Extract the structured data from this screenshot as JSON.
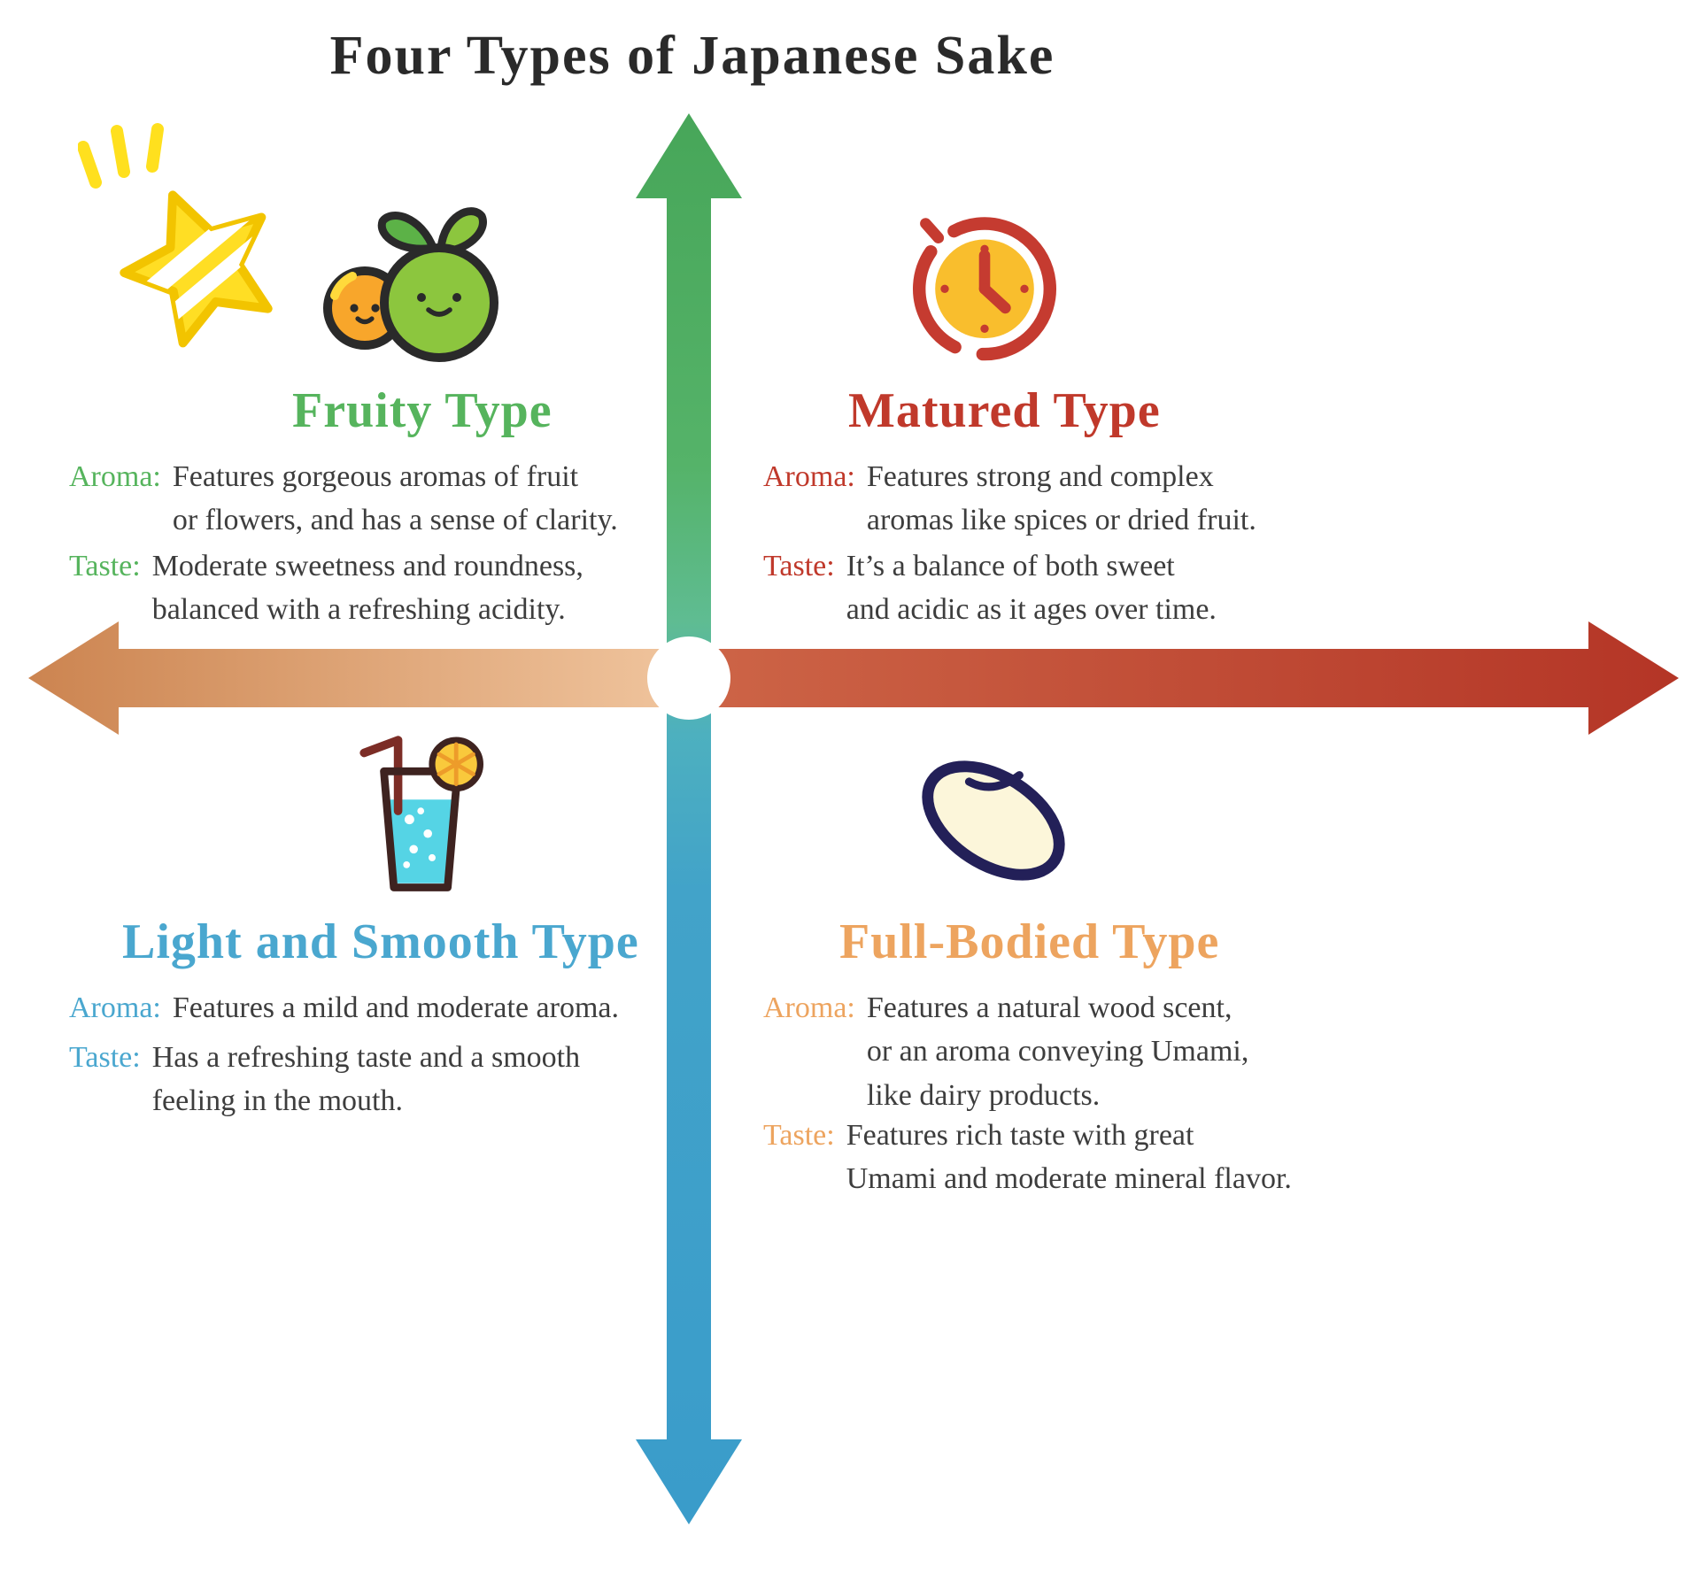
{
  "title": "Four Types of Japanese Sake",
  "axis_colors": {
    "vertical_top": "#47a659",
    "vertical_bottom": "#3a9cca",
    "horizontal_left_start": "#cc8450",
    "horizontal_left_end": "#f0c59e",
    "horizontal_right_start": "#cd6547",
    "horizontal_right_end": "#b43526"
  },
  "quadrants": {
    "fruity": {
      "name": "Fruity Type",
      "color": "#56b45d",
      "icon": "fruits-icon",
      "aroma_label": "Aroma:",
      "aroma_text": "Features gorgeous aromas of fruit\nor flowers, and has a sense of clarity.",
      "taste_label": "Taste:",
      "taste_text": "Moderate sweetness and roundness,\nbalanced with a refreshing acidity."
    },
    "matured": {
      "name": "Matured Type",
      "color": "#c0392b",
      "icon": "clock-icon",
      "aroma_label": "Aroma:",
      "aroma_text": "Features strong and complex\naromas like spices or dried fruit.",
      "taste_label": "Taste:",
      "taste_text": "It’s a balance of both sweet\nand acidic as it ages over time."
    },
    "light_smooth": {
      "name": "Light and Smooth Type",
      "color": "#4aa7cf",
      "icon": "glass-icon",
      "aroma_label": "Aroma:",
      "aroma_text": "Features a mild and moderate aroma.",
      "taste_label": "Taste:",
      "taste_text": "Has a refreshing taste and a smooth\nfeeling in the mouth."
    },
    "full_bodied": {
      "name": "Full-Bodied Type",
      "color": "#eda45f",
      "icon": "rice-icon",
      "aroma_label": "Aroma:",
      "aroma_text": "Features a natural wood scent,\nor an aroma conveying Umami,\nlike dairy products.",
      "taste_label": "Taste:",
      "taste_text": "Features rich taste with great\nUmami and moderate mineral flavor."
    }
  }
}
